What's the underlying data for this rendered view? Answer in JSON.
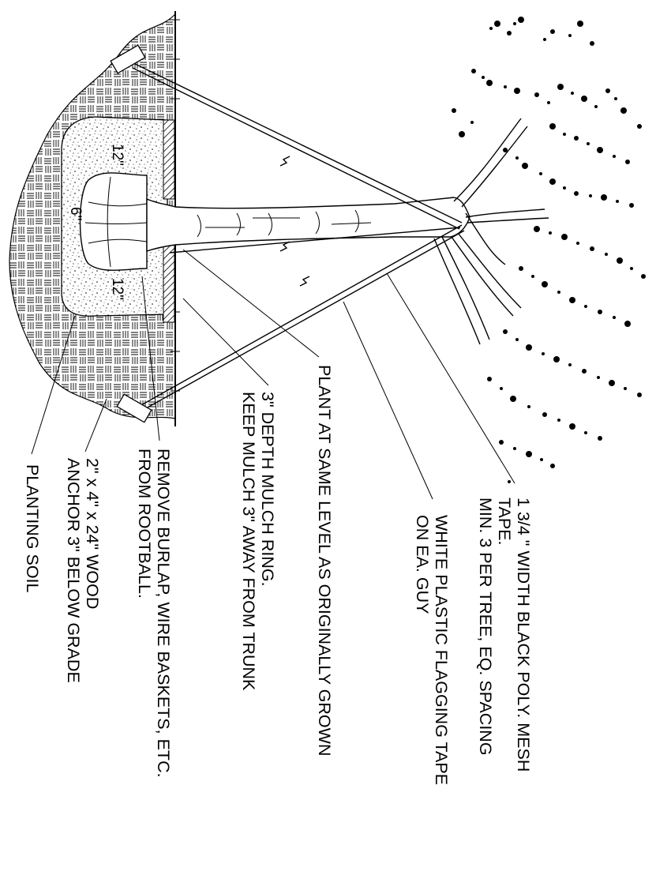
{
  "callouts": {
    "mesh_tape": [
      "1 3/4 \" WIDTH BLACK POLY. MESH",
      "TAPE.",
      "MIN. 3 PER TREE,  EQ. SPACING"
    ],
    "flagging_tape": [
      "WHITE PLASTIC FLAGGING TAPE",
      "ON EA. GUY"
    ],
    "plant_level": [
      "PLANT AT SAME LEVEL AS ORIGINALLY GROWN"
    ],
    "mulch_ring": [
      "3\" DEPTH MULCH RING.",
      "KEEP MULCH 3\" AWAY FROM TRUNK"
    ],
    "remove_burlap": [
      "REMOVE BURLAP, WIRE BASKETS, ETC.",
      "FROM ROOTBALL."
    ],
    "wood_anchor": [
      "2\" x 4\" x 24\" WOOD",
      "ANCHOR 3\" BELOW GRADE"
    ],
    "planting_soil": [
      "PLANTING SOIL"
    ]
  },
  "dimensions": {
    "top": "12\"",
    "bottom": "6\"",
    "side": "12\""
  }
}
